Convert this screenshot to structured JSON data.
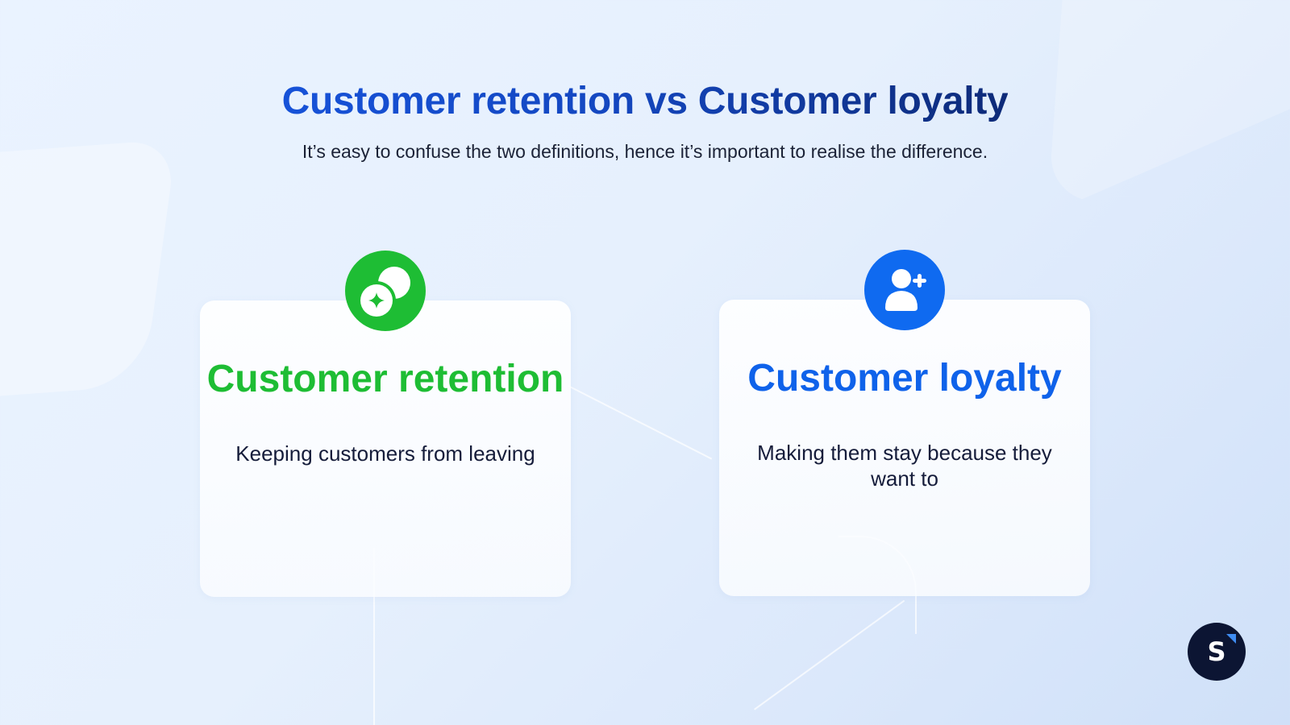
{
  "slide": {
    "title": "Customer retention vs Customer loyalty",
    "subtitle": "It’s easy to confuse the two definitions, hence it’s important to realise the difference."
  },
  "cards": [
    {
      "icon": "coins-sparkle-icon",
      "title": "Customer retention",
      "description": "Keeping customers from leaving",
      "accent_color": "#1ebd34"
    },
    {
      "icon": "user-plus-icon",
      "title": "Customer loyalty",
      "description": "Making them stay because they want to",
      "accent_color": "#0f6af0"
    }
  ],
  "brand": {
    "letter": "S",
    "badge_color": "#0c1533"
  },
  "colors": {
    "title_gradient_start": "#1652d8",
    "title_gradient_end": "#0d2a78",
    "text_dark": "#151c3a"
  }
}
